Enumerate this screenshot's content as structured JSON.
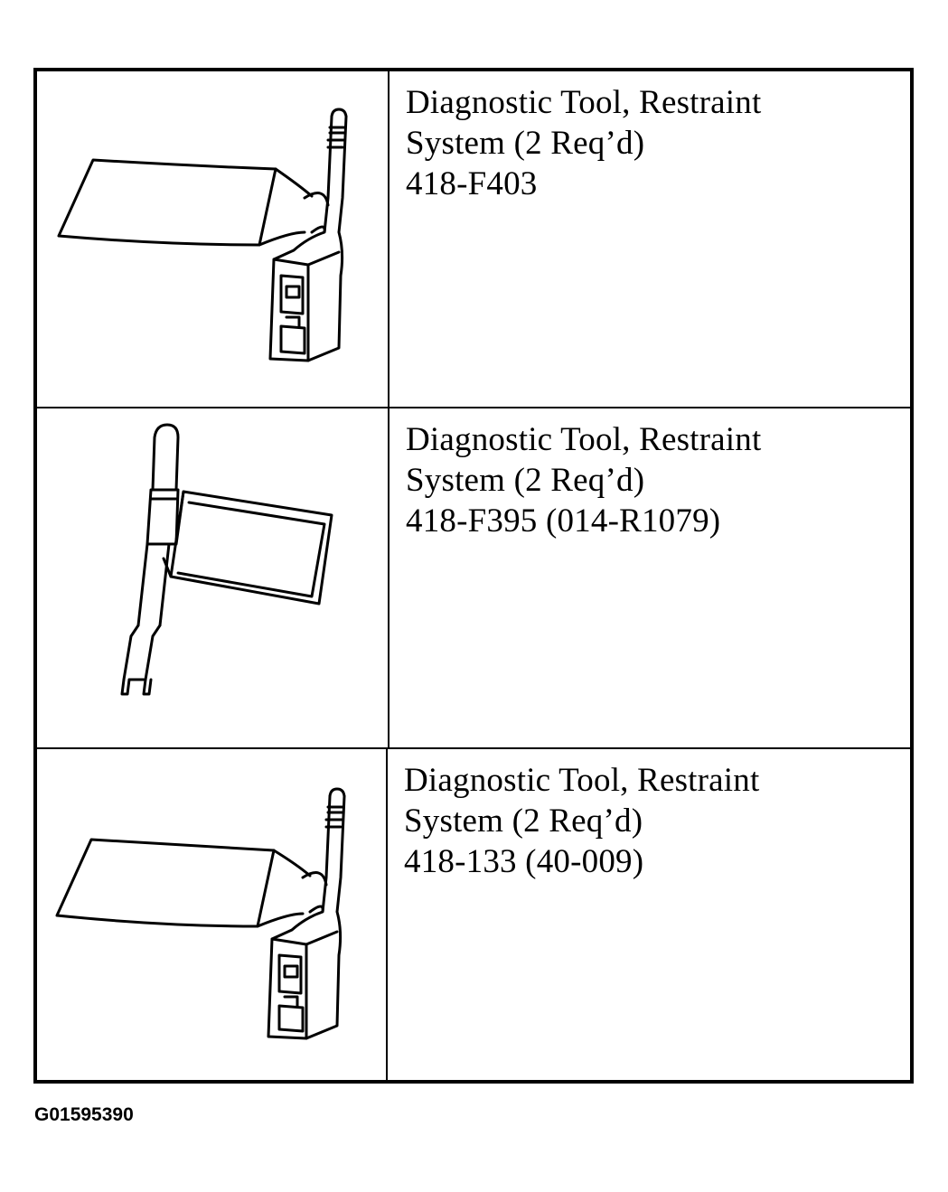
{
  "tools": [
    {
      "name_line1": "Diagnostic Tool, Restraint",
      "name_line2": "System (2 Req’d)",
      "part_number": "418-F403",
      "illustration_icon": "connector-plug-with-flag-icon"
    },
    {
      "name_line1": "Diagnostic Tool, Restraint",
      "name_line2": "System (2 Req’d)",
      "part_number": "418-F395 (014-R1079)",
      "illustration_icon": "fork-terminal-probe-with-flag-icon"
    },
    {
      "name_line1": "Diagnostic Tool, Restraint",
      "name_line2": "System (2 Req’d)",
      "part_number": "418-133 (40-009)",
      "illustration_icon": "connector-plug-with-flag-icon"
    }
  ],
  "figure_id": "G01595390"
}
